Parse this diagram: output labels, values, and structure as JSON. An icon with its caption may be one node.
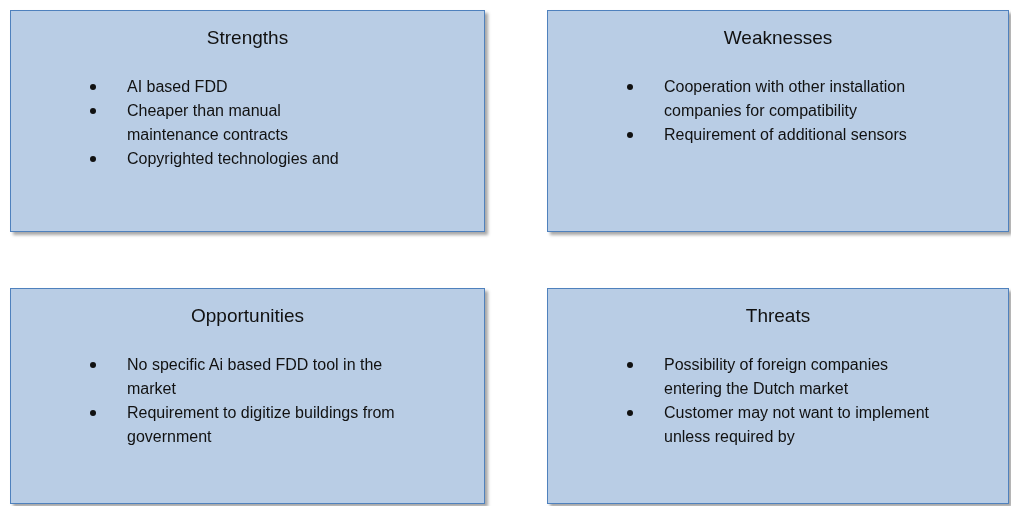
{
  "diagram": {
    "nodes": [
      {
        "text": [
          "Strengths",
          "AI based FDD",
          "Cheaper than manual maintenance contracts",
          "Copyrighted technologies and"
        ]
      },
      {
        "text": [
          "Weaknesses",
          "Cooperation with other installation companies for compatibility",
          "Requirement of additional sensors"
        ]
      },
      {
        "text": [
          "Opportunities",
          "No specific Ai based FDD tool in the market",
          "Requirement to digitize buildings from government"
        ]
      },
      {
        "text": [
          "Threats",
          "Possibility of foreign companies entering the Dutch market",
          "Customer may not want to implement unless required by"
        ]
      }
    ]
  }
}
